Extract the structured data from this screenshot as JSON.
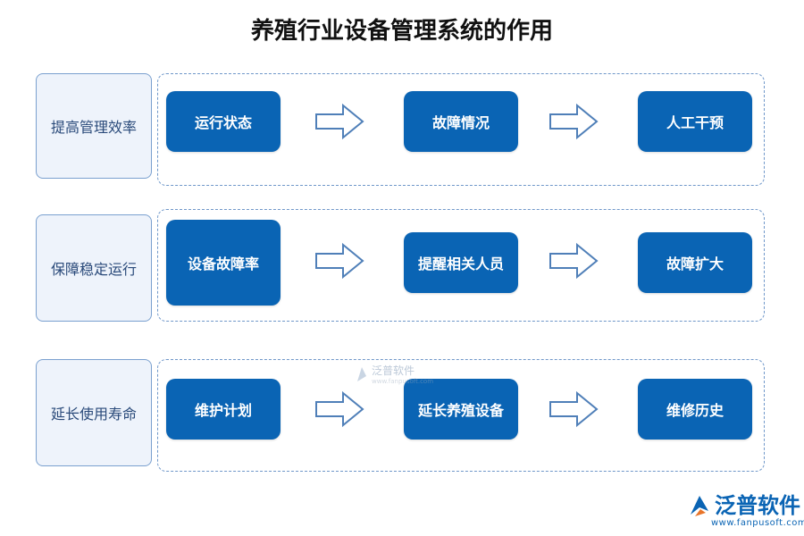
{
  "title": "养殖行业设备管理系统的作用",
  "rows": [
    {
      "label": "提高管理效率",
      "steps": [
        "运行状态",
        "故障情况",
        "人工干预"
      ]
    },
    {
      "label": "保障稳定运行",
      "steps": [
        "设备故障率",
        "提醒相关人员",
        "故障扩大"
      ]
    },
    {
      "label": "延长使用寿命",
      "steps": [
        "维护计划",
        "延长养殖设备",
        "维修历史"
      ]
    }
  ],
  "watermark": {
    "text": "泛普软件",
    "subtext": "www.fanpusoft.com"
  },
  "logo": {
    "text": "泛普软件",
    "url": "www.fanpusoft.com"
  },
  "colors": {
    "step_fill": "#0a64b4",
    "label_fill": "#eef3fb",
    "frame_border": "#6f97c9",
    "logo": "#0a64b4"
  },
  "icons": {
    "arrow": "hollow-right-arrow-icon",
    "logo": "fanpu-logo-icon"
  }
}
